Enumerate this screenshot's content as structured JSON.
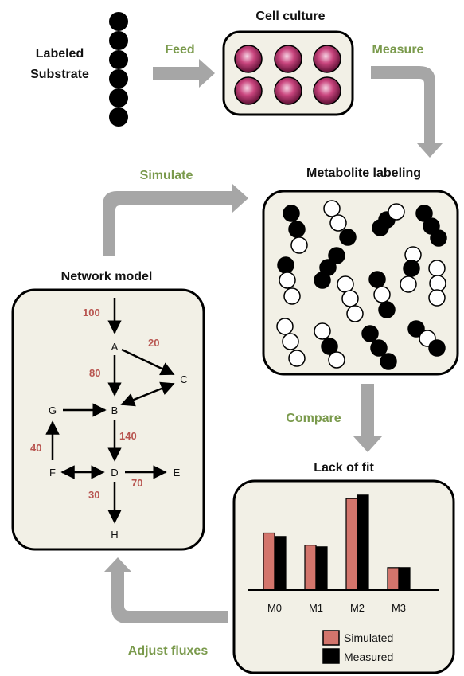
{
  "labels": {
    "substrate_line1": "Labeled",
    "substrate_line2": "Substrate",
    "cell_culture": "Cell culture",
    "metabolite_labeling": "Metabolite labeling",
    "network_model": "Network model",
    "lack_of_fit": "Lack of fit"
  },
  "steps": {
    "feed": "Feed",
    "measure": "Measure",
    "simulate": "Simulate",
    "compare": "Compare",
    "adjust": "Adjust fluxes"
  },
  "network": {
    "nodes": [
      "A",
      "B",
      "C",
      "D",
      "E",
      "F",
      "G",
      "H"
    ],
    "fluxes": {
      "in_A": "100",
      "A_C": "20",
      "A_B": "80",
      "B_D": "140",
      "F_G": "40",
      "D_E": "70",
      "D_H": "30"
    }
  },
  "colors": {
    "arrow": "#a6a6a6",
    "box_fill": "#f2f0e6",
    "step_text": "#7a9a4c",
    "flux_text": "#b85550",
    "simulated": "#d3756c",
    "measured": "#000000",
    "well": "#b8336a"
  },
  "chart_data": {
    "type": "bar",
    "categories": [
      "M0",
      "M1",
      "M2",
      "M3"
    ],
    "series": [
      {
        "name": "Simulated",
        "values": [
          0.33,
          0.26,
          0.53,
          0.13
        ]
      },
      {
        "name": "Measured",
        "values": [
          0.31,
          0.25,
          0.55,
          0.13
        ]
      }
    ],
    "ylim": [
      0,
      0.6
    ]
  }
}
